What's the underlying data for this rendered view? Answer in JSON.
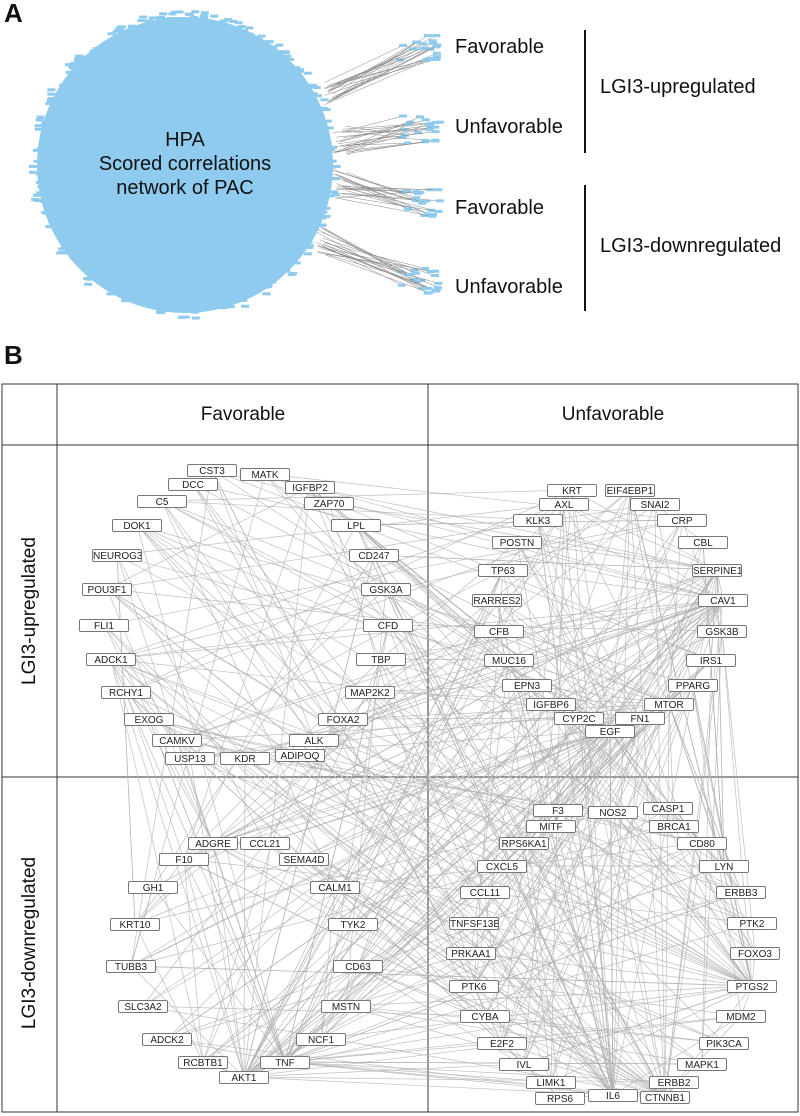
{
  "panel_a": {
    "letter": "A",
    "network_title": [
      "HPA",
      "Scored correlations",
      "network of PAC"
    ],
    "cluster_labels": [
      "Favorable",
      "Unfavorable",
      "Favorable",
      "Unfavorable"
    ],
    "group_labels": [
      "LGI3-upregulated",
      "LGI3-downregulated"
    ],
    "node_color": "#8ecbee"
  },
  "panel_b": {
    "letter": "B",
    "columns": [
      "Favorable",
      "Unfavorable"
    ],
    "rows": [
      "LGI3-upregulated",
      "LGI3-downregulated"
    ],
    "edge_color": "#b0b0b0",
    "quadrants": {
      "up_favorable": [
        "CST3",
        "MATK",
        "DCC",
        "IGFBP2",
        "C5",
        "ZAP70",
        "DOK1",
        "LPL",
        "NEUROG3",
        "CD247",
        "POU3F1",
        "GSK3A",
        "FLI1",
        "CFD",
        "ADCK1",
        "TBP",
        "RCHY1",
        "MAP2K2",
        "EXOG",
        "FOXA2",
        "CAMKV",
        "ALK",
        "USP13",
        "KDR",
        "ADIPOQ"
      ],
      "up_unfavorable": [
        "KRT",
        "EIF4EBP1",
        "AXL",
        "SNAI2",
        "KLK3",
        "CRP",
        "POSTN",
        "CBL",
        "TP63",
        "SERPINE1",
        "RARRES2",
        "CAV1",
        "CFB",
        "GSK3B",
        "MUC16",
        "IRS1",
        "EPN3",
        "PPARG",
        "IGFBP6",
        "MTOR",
        "CYP2C",
        "FN1",
        "EGF"
      ],
      "down_unfavorable": [
        "F3",
        "CASP1",
        "NOS2",
        "MITF",
        "BRCA1",
        "RPS6KA1",
        "CD80",
        "CXCL5",
        "LYN",
        "CCL11",
        "ERBB3",
        "TNFSF13B",
        "PTK2",
        "PRKAA1",
        "FOXO3",
        "PTK6",
        "PTGS2",
        "CYBA",
        "MDM2",
        "E2F2",
        "PIK3CA",
        "IVL",
        "MAPK1",
        "LIMK1",
        "ERBB2",
        "RPS6",
        "CTNNB1",
        "IL6"
      ],
      "down_favorable": [
        "ADGRE",
        "CCL21",
        "F10",
        "SEMA4D",
        "GH1",
        "CALM1",
        "KRT10",
        "TYK2",
        "TUBB3",
        "CD63",
        "SLC3A2",
        "MSTN",
        "ADCK2",
        "NCF1",
        "RCBTB1",
        "TNF",
        "AKT1"
      ]
    }
  }
}
